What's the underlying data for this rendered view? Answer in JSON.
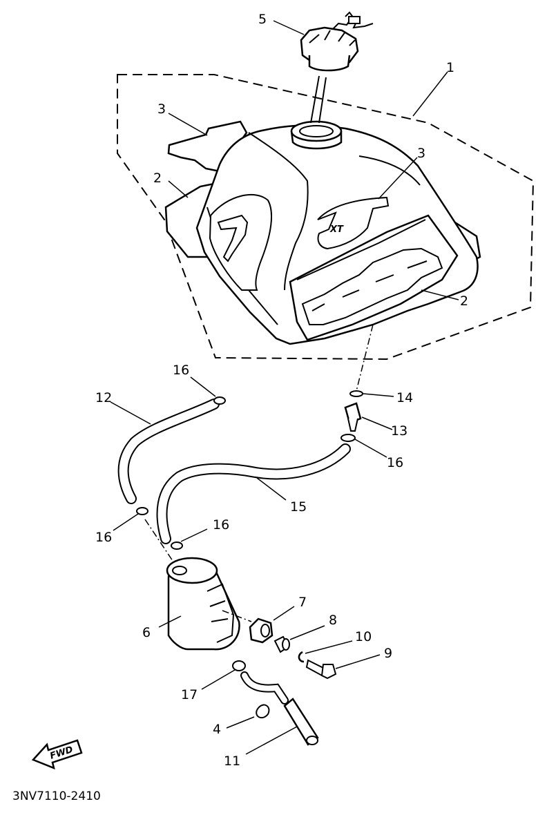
{
  "parts_diagram": {
    "part_numbers": [
      "1",
      "2",
      "2",
      "3",
      "3",
      "4",
      "5",
      "6",
      "7",
      "8",
      "9",
      "10",
      "11",
      "12",
      "13",
      "14",
      "15",
      "16",
      "16",
      "16",
      "16",
      "17"
    ],
    "tank_logo_text": "XT",
    "direction_marker": "FWD",
    "drawing_code": "3NV7110-2410"
  }
}
